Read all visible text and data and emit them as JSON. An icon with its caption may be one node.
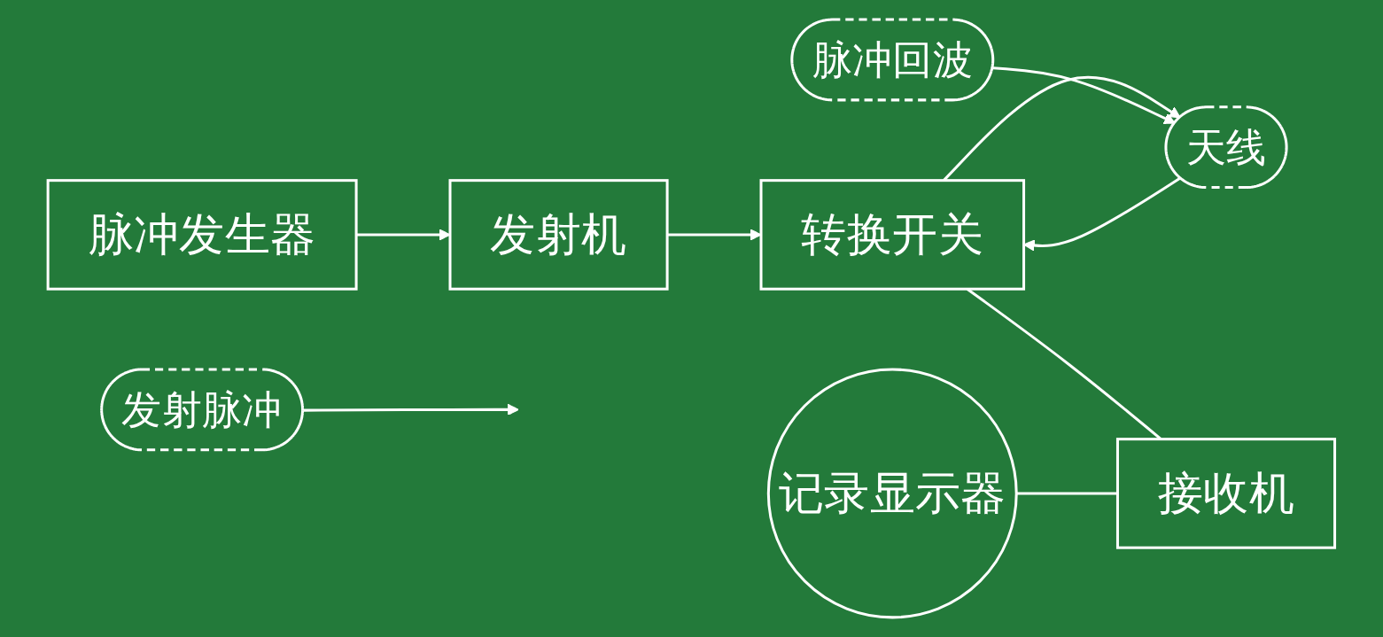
{
  "diagram": {
    "nodes": [
      {
        "text": [
          "脉冲发生器"
        ]
      },
      {
        "text": [
          "发射机"
        ]
      },
      {
        "text": [
          "转换开关"
        ]
      },
      {
        "text": [
          "记录显示器"
        ]
      },
      {
        "text": [
          "接收机"
        ]
      },
      {
        "text": [
          "天线"
        ]
      },
      {
        "text": [
          "脉冲回波"
        ]
      },
      {
        "text": [
          "发射脉冲"
        ]
      }
    ],
    "edges": [
      {
        "from": 0,
        "to": 1,
        "arrow": "to"
      },
      {
        "from": 1,
        "to": 2,
        "arrow": "to"
      },
      {
        "from": 2,
        "to": 5,
        "arrow": "to"
      },
      {
        "from": 6,
        "to": 5,
        "arrow": "to"
      },
      {
        "from": 5,
        "to": 2,
        "arrow": "to"
      },
      {
        "from": 2,
        "to": 4,
        "arrow": "none"
      },
      {
        "from": 3,
        "to": 4,
        "arrow": "none"
      },
      {
        "from": 7,
        "to": null,
        "arrow": "to"
      }
    ]
  }
}
